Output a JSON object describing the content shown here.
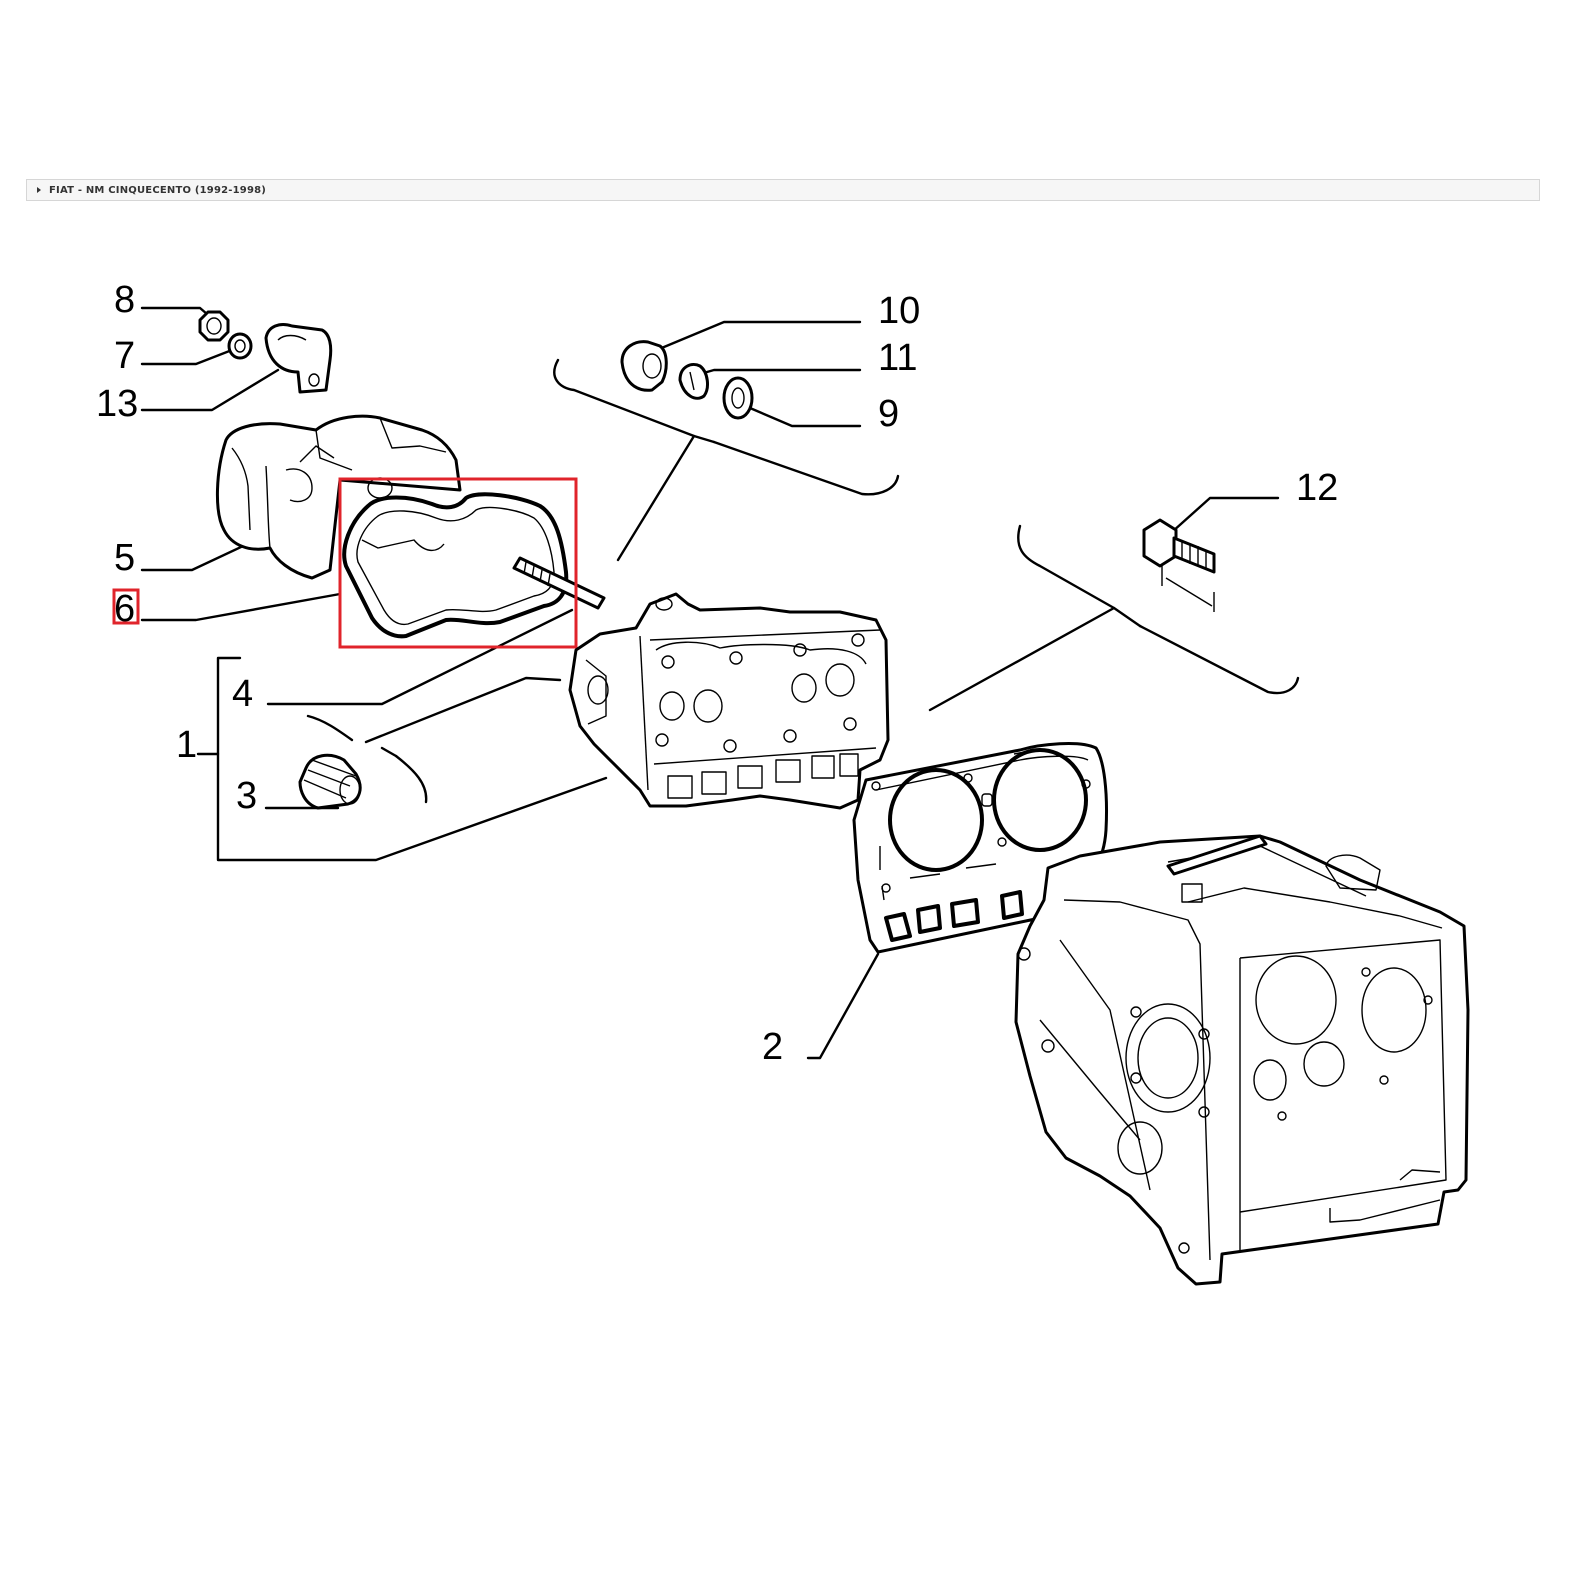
{
  "breadcrumb": {
    "text": "FIAT - NM CINQUECENTO (1992-1998)"
  },
  "highlight": {
    "color": "#e0242b",
    "selected_callout": "6"
  },
  "callouts": [
    "1",
    "2",
    "3",
    "4",
    "5",
    "6",
    "7",
    "8",
    "9",
    "10",
    "11",
    "12",
    "13"
  ]
}
